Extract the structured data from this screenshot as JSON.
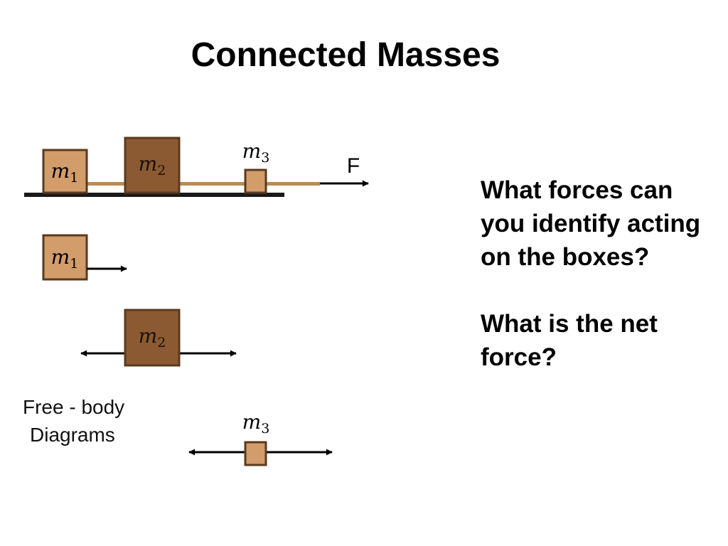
{
  "slide": {
    "title": "Connected Masses",
    "questions": [
      "What forces can you identify acting on the boxes?",
      "What is the net force?"
    ]
  },
  "diagram": {
    "system": {
      "mass_labels": [
        "m1",
        "m2",
        "m3"
      ],
      "applied_force_label": "F"
    },
    "free_body": {
      "caption_line1": "Free - body",
      "caption_line2": "Diagrams",
      "mass_labels": [
        "m1",
        "m2",
        "m3"
      ]
    },
    "colors": {
      "light_box": "#d29c6b",
      "dark_box": "#8b5a32",
      "rope": "#b98b55",
      "outline": "#5a3a1e"
    }
  }
}
